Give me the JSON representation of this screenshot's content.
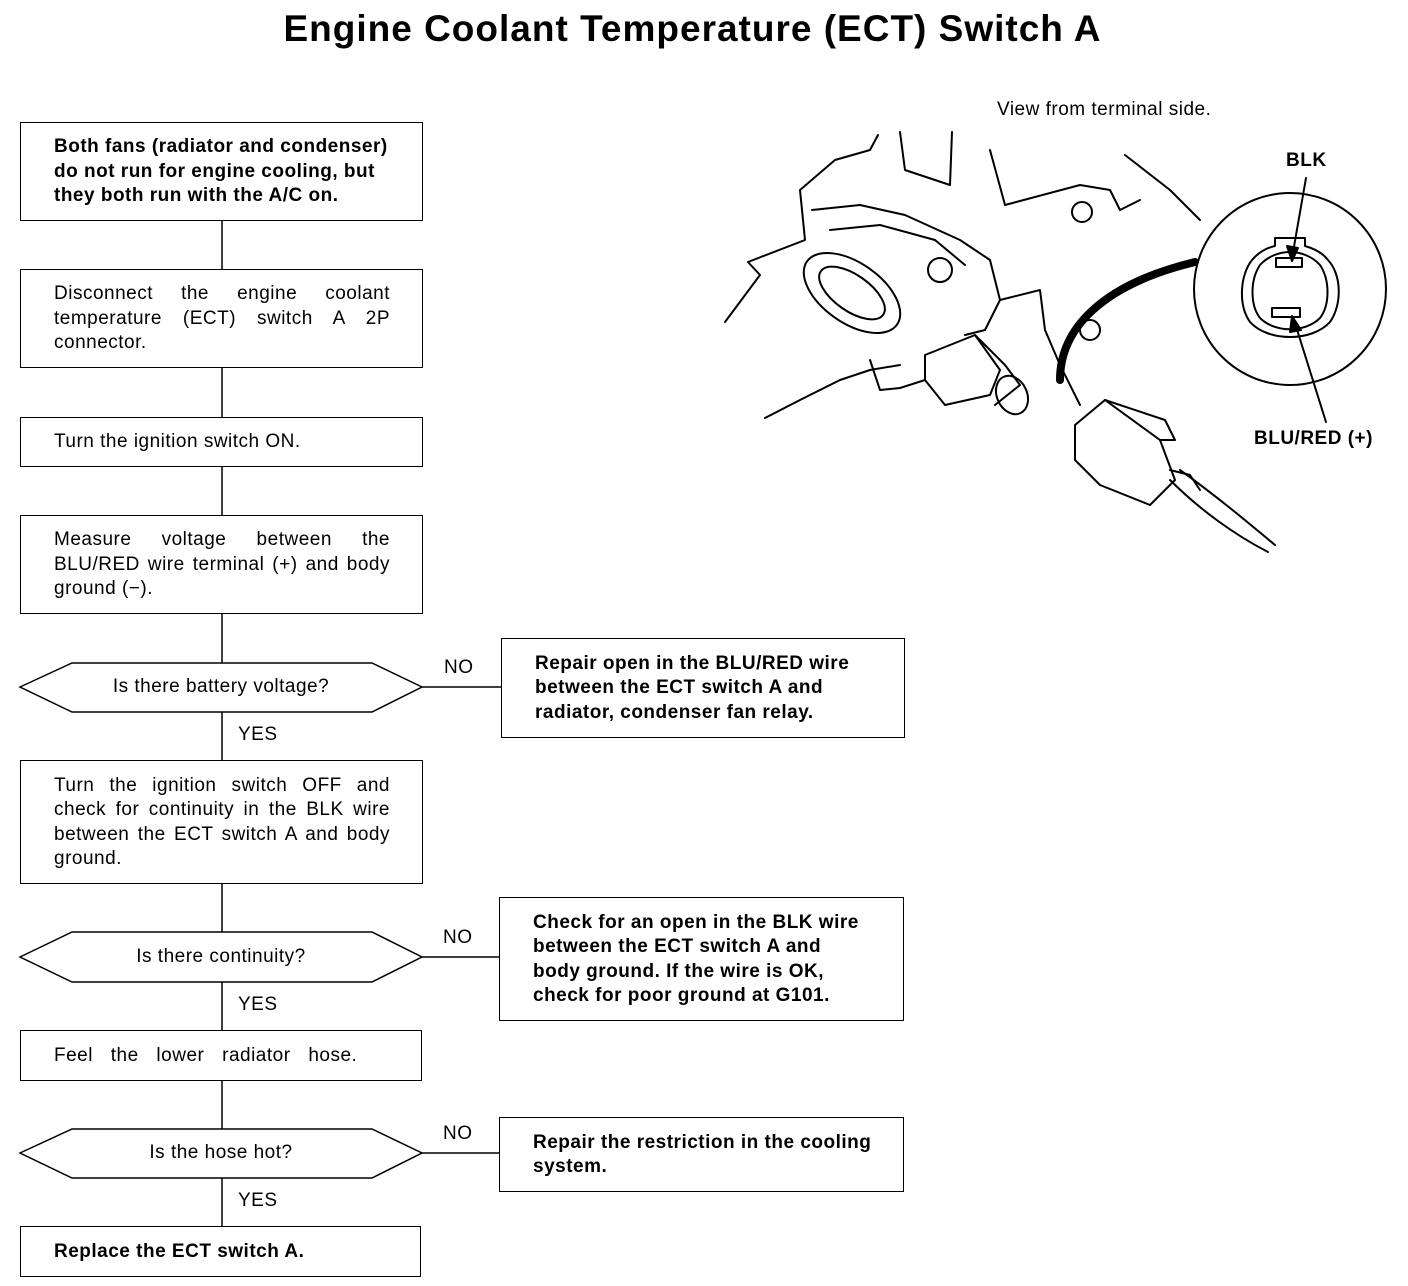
{
  "title": "Engine Coolant Temperature (ECT) Switch A",
  "steps": {
    "symptom": "Both fans (radiator and condenser) do not run for engine cooling, but they both run with the A/C on.",
    "disconnect": "Disconnect the engine coolant temperature (ECT) switch A 2P connector.",
    "ignition_on": "Turn the ignition switch ON.",
    "measure": "Measure voltage between the BLU/RED wire terminal (+) and body ground (−).",
    "check_blk": "Turn the ignition switch OFF and check for continuity in the BLK wire between the ECT switch A and body ground.",
    "feel_hose": "Feel the lower radiator hose.",
    "replace": "Replace the ECT switch A."
  },
  "decisions": {
    "battery": "Is there battery voltage?",
    "continuity": "Is there continuity?",
    "hose_hot": "Is the hose hot?"
  },
  "remedies": {
    "repair_blu_red": "Repair open in the BLU/RED wire between the ECT switch A and radiator, condenser fan relay.",
    "check_blk_open": "Check for an open in the BLK wire between the ECT switch A and body ground. If the wire is OK, check for poor ground at G101.",
    "repair_restriction": "Repair the restriction in the cooling system."
  },
  "labels": {
    "no": "NO",
    "yes": "YES"
  },
  "illustration": {
    "caption": "View from terminal side.",
    "blk_label": "BLK",
    "blu_red_label": "BLU/RED (+)"
  }
}
